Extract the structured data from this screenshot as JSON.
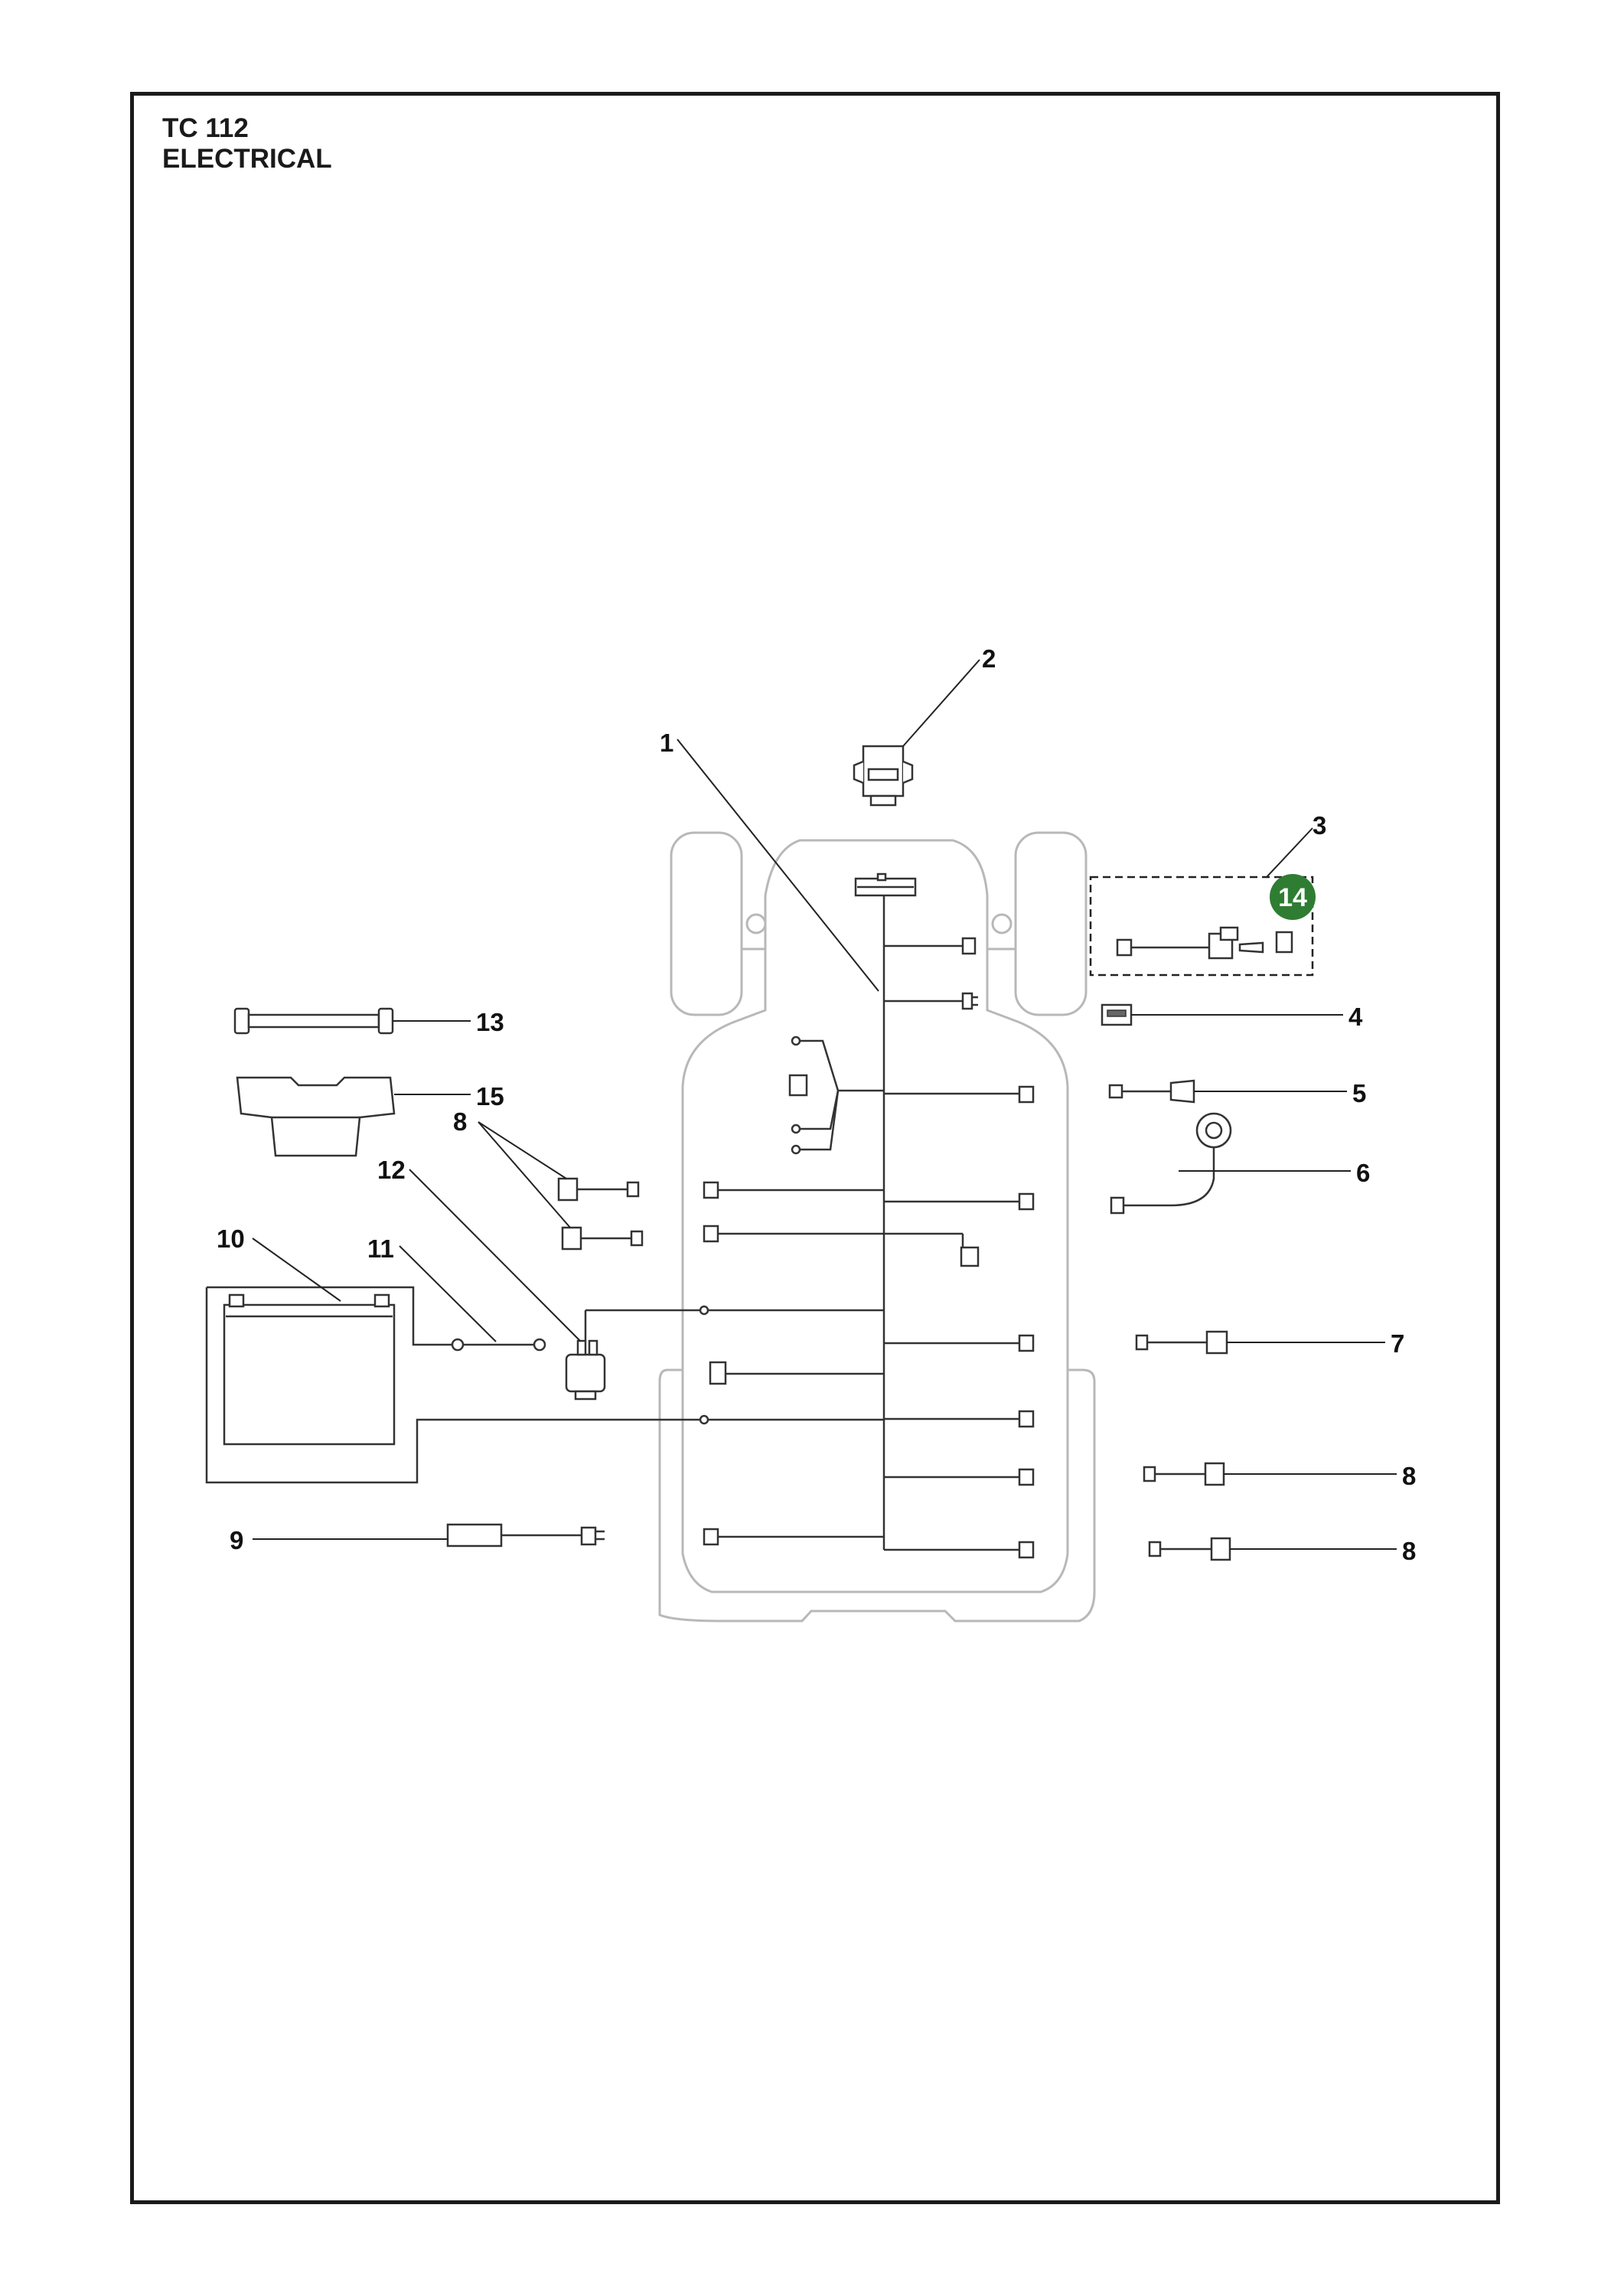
{
  "header": {
    "model": "TC 112",
    "section": "ELECTRICAL"
  },
  "colors": {
    "frame": "#1a1a1a",
    "badge": "#2e7d32",
    "chassis_outline": "#b8b8b8"
  },
  "callouts": {
    "c1": "1",
    "c2": "2",
    "c3": "3",
    "c4": "4",
    "c5": "5",
    "c6": "6",
    "c7": "7",
    "c8a": "8",
    "c8b": "8",
    "c8c": "8",
    "c9": "9",
    "c10": "10",
    "c11": "11",
    "c12": "12",
    "c13": "13",
    "c14": "14",
    "c15": "15"
  }
}
